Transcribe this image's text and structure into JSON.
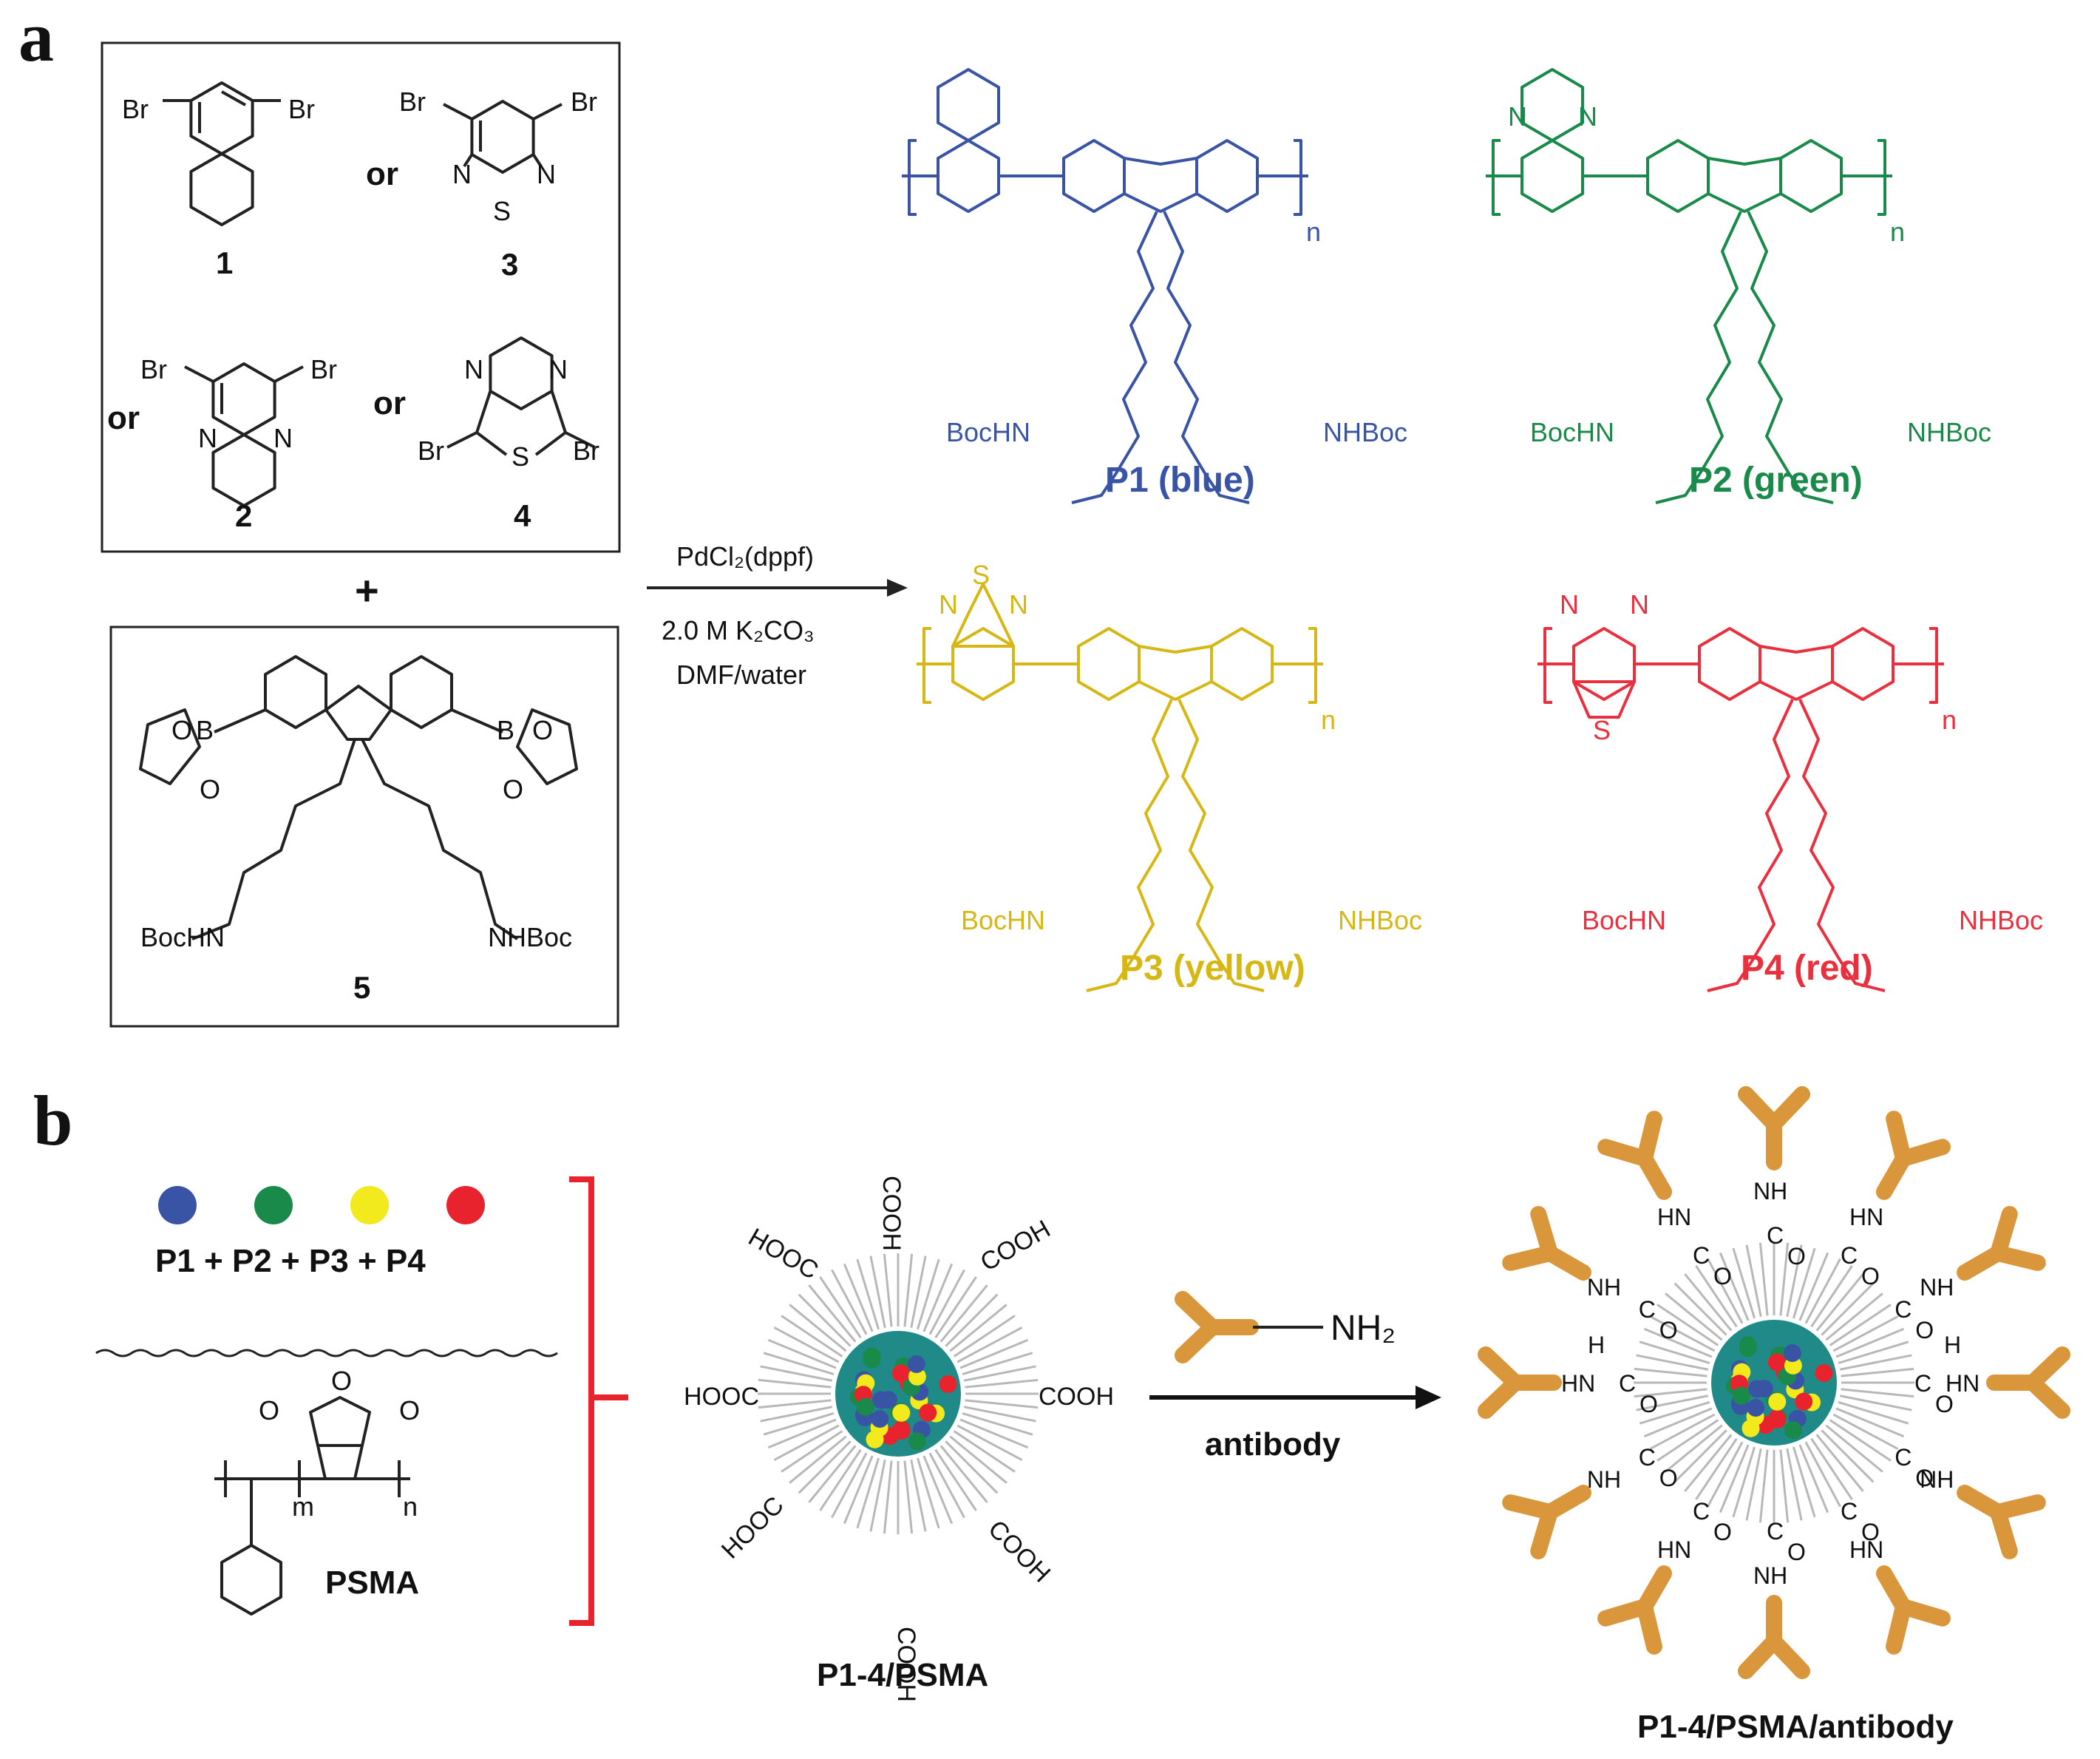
{
  "panel_a": {
    "letter": "a",
    "monomers": {
      "m1": {
        "number": "1",
        "br_left": "Br",
        "br_right": "Br"
      },
      "m3": {
        "number": "3",
        "br_left": "Br",
        "br_right": "Br",
        "n_left": "N",
        "n_right": "N",
        "s": "S"
      },
      "m2": {
        "number": "2",
        "br_left": "Br",
        "br_right": "Br",
        "n_left": "N",
        "n_right": "N"
      },
      "m4": {
        "number": "4",
        "br_left": "Br",
        "br_right": "Br",
        "n_left": "N",
        "n_right": "N",
        "s": "S"
      },
      "or_1": "or",
      "or_2": "or",
      "or_3": "or"
    },
    "plus": "+",
    "monomer5": {
      "number": "5",
      "boron": "B",
      "oxygen": "O",
      "amine_left": "BocHN",
      "amine_right": "NHBoc"
    },
    "reaction": {
      "catalyst": "PdCl₂(dppf)",
      "base": "2.0 M K₂CO₃",
      "solvent": "DMF/water"
    },
    "polymers": [
      {
        "name": "P1 (blue)",
        "color": "#3a54a5",
        "amine_left": "BocHN",
        "amine_right": "NHBoc",
        "subscript": "n"
      },
      {
        "name": "P2 (green)",
        "color": "#1a8a4a",
        "amine_left": "BocHN",
        "amine_right": "NHBoc",
        "subscript": "n",
        "n1": "N",
        "n2": "N"
      },
      {
        "name": "P3 (yellow)",
        "color": "#d7b714",
        "amine_left": "BocHN",
        "amine_right": "NHBoc",
        "subscript": "n",
        "s": "S",
        "n1": "N",
        "n2": "N"
      },
      {
        "name": "P4 (red)",
        "color": "#e8303e",
        "amine_left": "BocHN",
        "amine_right": "NHBoc",
        "subscript": "n",
        "s": "S",
        "n1": "N",
        "n2": "N"
      }
    ]
  },
  "panel_b": {
    "letter": "b",
    "dot_colors": [
      "#3a54a5",
      "#1a8a4a",
      "#f2ea1c",
      "#e8232e"
    ],
    "mixture": "P1 + P2 + P3 + P4",
    "psma": {
      "label": "PSMA",
      "m": "m",
      "n": "n",
      "o": "O"
    },
    "bracket_color": "#e8232e",
    "nanoparticle": {
      "label": "P1-4/PSMA",
      "cooh": "COOH",
      "hooc": "HOOC"
    },
    "antibody": {
      "amine": "NH₂",
      "label": "antibody",
      "color": "#d9963a"
    },
    "conjugate": {
      "label": "P1-4/PSMA/antibody",
      "nh": "NH",
      "hn": "HN",
      "c": "C",
      "o": "O",
      "h": "H"
    }
  }
}
